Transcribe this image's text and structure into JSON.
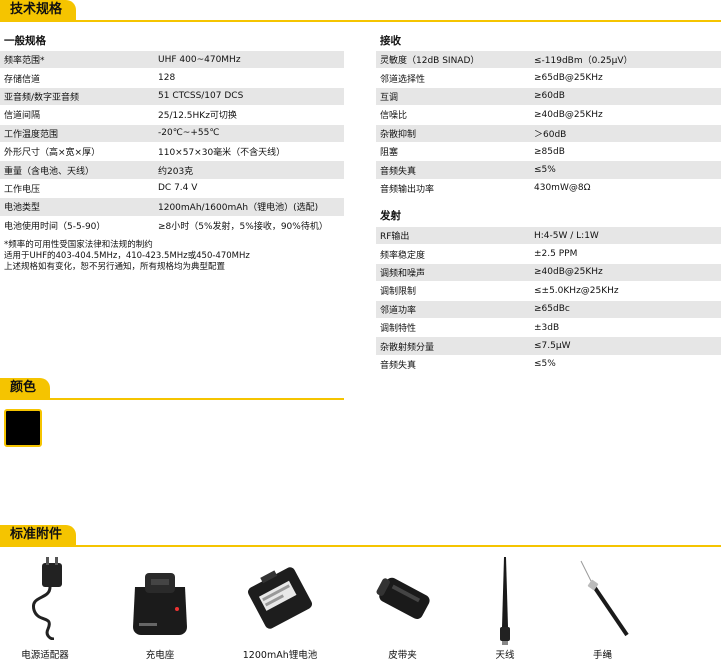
{
  "sections": {
    "specs": "技术规格",
    "color": "颜色",
    "accessories": "标准附件"
  },
  "general": {
    "title": "一般规格",
    "rows": [
      [
        "频率范围*",
        "UHF 400~470MHz"
      ],
      [
        "存储信道",
        "128"
      ],
      [
        "亚音频/数字亚音频",
        "51 CTCSS/107 DCS"
      ],
      [
        "信道间隔",
        "25/12.5HKz可切换"
      ],
      [
        "工作温度范围",
        "-20℃~+55℃"
      ],
      [
        "外形尺寸（高×宽×厚）",
        "110×57×30毫米（不含天线）"
      ],
      [
        "重量（含电池、天线）",
        "约203克"
      ],
      [
        "工作电压",
        "DC 7.4 V"
      ],
      [
        "电池类型",
        "1200mAh/1600mAh（锂电池）(选配)"
      ],
      [
        "电池使用时间（5-5-90）",
        "≥8小时（5%发射，5%接收，90%待机）"
      ]
    ],
    "notes": [
      "*频率的可用性受国家法律和法规的制约",
      "适用于UHF的403-404.5MHz，410-423.5MHz或450-470MHz",
      "上述规格如有变化，恕不另行通知，所有规格均为典型配置"
    ]
  },
  "receive": {
    "title": "接收",
    "rows": [
      [
        "灵敏度（12dB SINAD）",
        "≤-119dBm（0.25μV）"
      ],
      [
        "邻道选择性",
        "≥65dB@25KHz"
      ],
      [
        "互调",
        "≥60dB"
      ],
      [
        "信噪比",
        "≥40dB@25KHz"
      ],
      [
        "杂散抑制",
        "＞60dB"
      ],
      [
        "阻塞",
        "≥85dB"
      ],
      [
        "音频失真",
        "≤5%"
      ],
      [
        "音频输出功率",
        "430mW@8Ω"
      ]
    ]
  },
  "transmit": {
    "title": "发射",
    "rows": [
      [
        "RF输出",
        "H:4-5W / L:1W"
      ],
      [
        "频率稳定度",
        "±2.5 PPM"
      ],
      [
        "调频和噪声",
        "≥40dB@25KHz"
      ],
      [
        "调制限制",
        "≤±5.0KHz@25KHz"
      ],
      [
        "邻道功率",
        "≥65dBc"
      ],
      [
        "调制特性",
        "±3dB"
      ],
      [
        "杂散射频分量",
        "≤7.5μW"
      ],
      [
        "音频失真",
        "≤5%"
      ]
    ]
  },
  "colors": {
    "swatch": "#000000",
    "accent": "#f5c400"
  },
  "accessories": [
    {
      "label": "电源适配器",
      "icon": "power-adapter-icon"
    },
    {
      "label": "充电座",
      "icon": "charger-icon"
    },
    {
      "label": "1200mAh锂电池",
      "icon": "battery-icon"
    },
    {
      "label": "皮带夹",
      "icon": "belt-clip-icon"
    },
    {
      "label": "天线",
      "icon": "antenna-icon"
    },
    {
      "label": "手绳",
      "icon": "lanyard-icon"
    }
  ]
}
